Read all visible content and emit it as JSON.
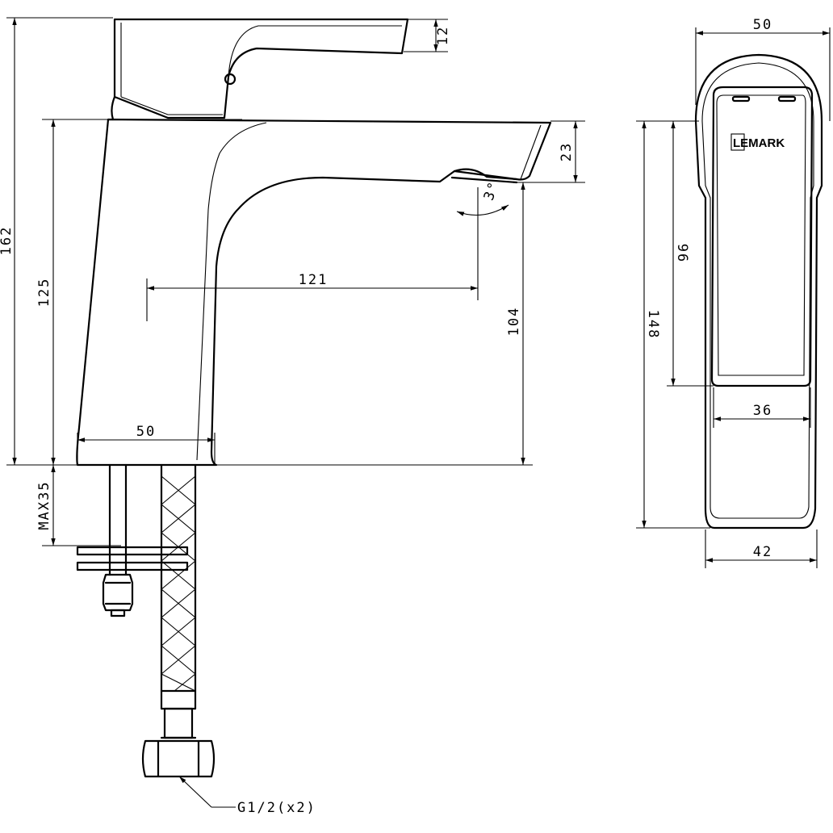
{
  "dimensions": {
    "total_height": "162",
    "spout_height": "125",
    "reach": "121",
    "handle_thickness": "12",
    "spout_tip": "23",
    "outlet_height": "104",
    "base_width_side": "50",
    "mounting_max": "MAX35",
    "angle": "3°",
    "width_top": "50",
    "front_height": "148",
    "plate_height": "96",
    "plate_width": "36",
    "base_width_front": "42"
  },
  "connection_label": "G1/2(x2)",
  "brand_logo": "LEMARK"
}
